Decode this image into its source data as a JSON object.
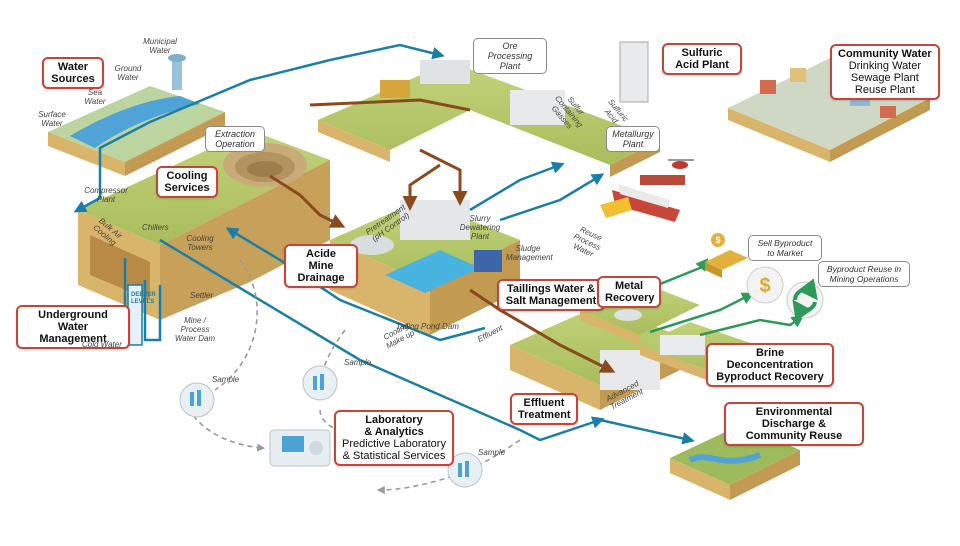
{
  "labels": {
    "water_sources": "Water Sources",
    "ore_processing": "Ore Processing Plant",
    "sulfuric_acid": "Sulfuric Acid Plant",
    "community_water": {
      "title": "Community Water",
      "l1": "Drinking Water",
      "l2": "Sewage Plant",
      "l3": "Reuse Plant"
    },
    "cooling_services": "Cooling Services",
    "extraction": "Extraction Operation",
    "metallurgy": "Metallurgy Plant",
    "acid_mine": "Acide Mine Drainage",
    "tailings": "Taillings Water & Salt Management",
    "metal_recovery": "Metal Recovery",
    "underground": "Underground Water Management",
    "brine": "Brine Deconcentration Byproduct Recovery",
    "effluent": "Effluent Treatment",
    "environmental": "Environmental Discharge & Community Reuse",
    "laboratory": {
      "title": "Laboratory",
      "l1": "& Analytics",
      "l2": "Predictive Laboratory",
      "l3": "& Statistical Services"
    },
    "sell_byproduct": "Sell Byproduct to Market",
    "byproduct_reuse": "Byproduct Reuse in Mining Operations"
  },
  "small": {
    "municipal_water": "Municipal Water",
    "ground_water": "Ground Water",
    "sea_water": "Sea Water",
    "surface_water": "Surface Water",
    "sulfur_gasses": "Sulfur Containing Gasses",
    "sulfuric_acid": "Sulfuric Acid",
    "compressor_plant": "Compressor Plant",
    "chillers": "Chillers",
    "bulk_air_cooling": "Bulk Air Cooling",
    "cooling_towers": "Cooling Towers",
    "deeper_levels": "DEEPER LEVELS",
    "settler": "Settler",
    "mine_process_dam": "Mine / Process Water Dam",
    "cold_water": "Cold Water",
    "pretreatment": "Pretreatment (pH Control)",
    "slurry_dewatering": "Slurry Dewatering Plant",
    "sludge_management": "Sludge Management",
    "reuse_process_water": "Reuse Process Water",
    "tailing_pond_dam": "Tailing Pond Dam",
    "cooling_make_up": "Cooling Make up",
    "effluent": "Effluent",
    "advanced_treatment": "Advanced Treatment",
    "sample1": "Sample",
    "sample2": "Sample",
    "sample3": "Sample"
  },
  "colors": {
    "water_flow": "#1a7fa6",
    "slurry_flow": "#8a4a1c",
    "byproduct_flow": "#2e9a5a",
    "sample_path": "#9a9a9a",
    "label_border": "#c8443a",
    "ground_top": "#b8c96a",
    "ground_side": "#d9b56b"
  },
  "icons": [
    "dollar-icon",
    "recycle-icon",
    "gold-bars-icon",
    "helicopter-icon",
    "ship-icon",
    "train-icon",
    "truck-icon"
  ]
}
